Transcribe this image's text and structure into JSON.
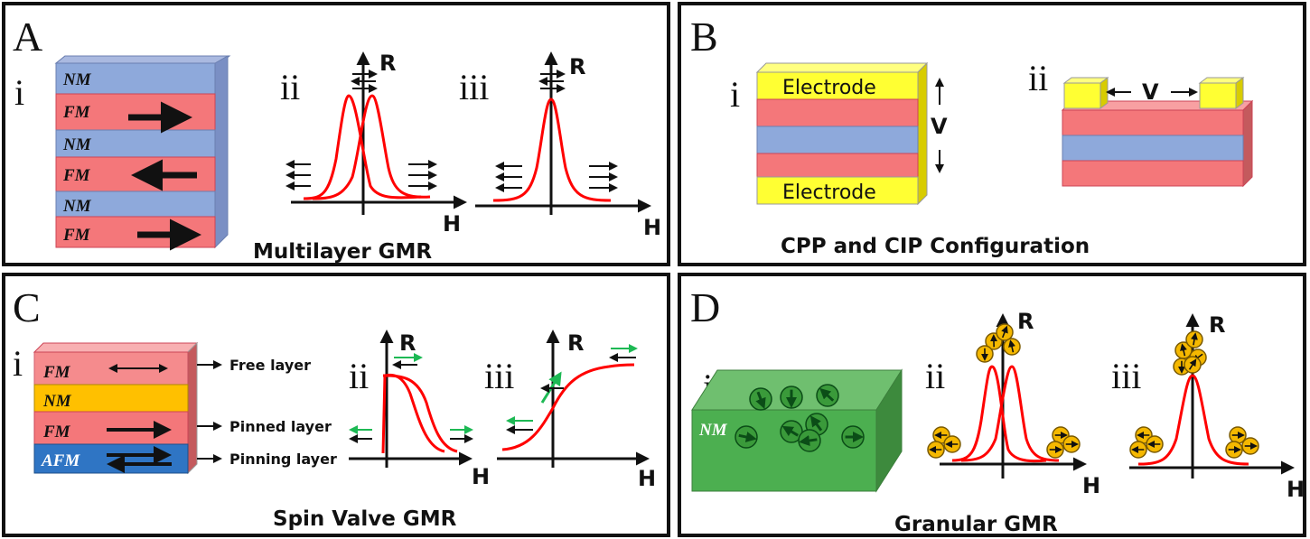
{
  "panelA": {
    "letter": "A",
    "roman_i": "i",
    "roman_ii": "ii",
    "roman_iii": "iii",
    "layers": [
      "NM",
      "FM",
      "NM",
      "FM",
      "NM",
      "FM"
    ],
    "r_label": "R",
    "h_label": "H",
    "title": "Multilayer GMR"
  },
  "panelB": {
    "letter": "B",
    "roman_i": "i",
    "roman_ii": "ii",
    "electrode_top": "Electrode",
    "electrode_bottom": "Electrode",
    "v_label": "V",
    "title": "CPP and CIP Configuration"
  },
  "panelC": {
    "letter": "C",
    "roman_i": "i",
    "roman_ii": "ii",
    "roman_iii": "iii",
    "layers": [
      "FM",
      "NM",
      "FM",
      "AFM"
    ],
    "free_layer": "Free layer",
    "pinned_layer": "Pinned layer",
    "pinning_layer": "Pinning layer",
    "r_label": "R",
    "h_label": "H",
    "title": "Spin Valve GMR"
  },
  "panelD": {
    "letter": "D",
    "roman_i": "i",
    "roman_ii": "ii",
    "roman_iii": "iii",
    "nm_label": "NM",
    "r_label": "R",
    "h_label": "H",
    "title": "Granular GMR"
  },
  "colors": {
    "nm": "#8ea9db",
    "fm": "#f4777a",
    "electrode": "#ffff33",
    "afm": "#2f75c4",
    "nm_c": "#ffc000",
    "granular": "#4caf50",
    "curve": "#ff0000",
    "green_arrow": "#1db954"
  }
}
